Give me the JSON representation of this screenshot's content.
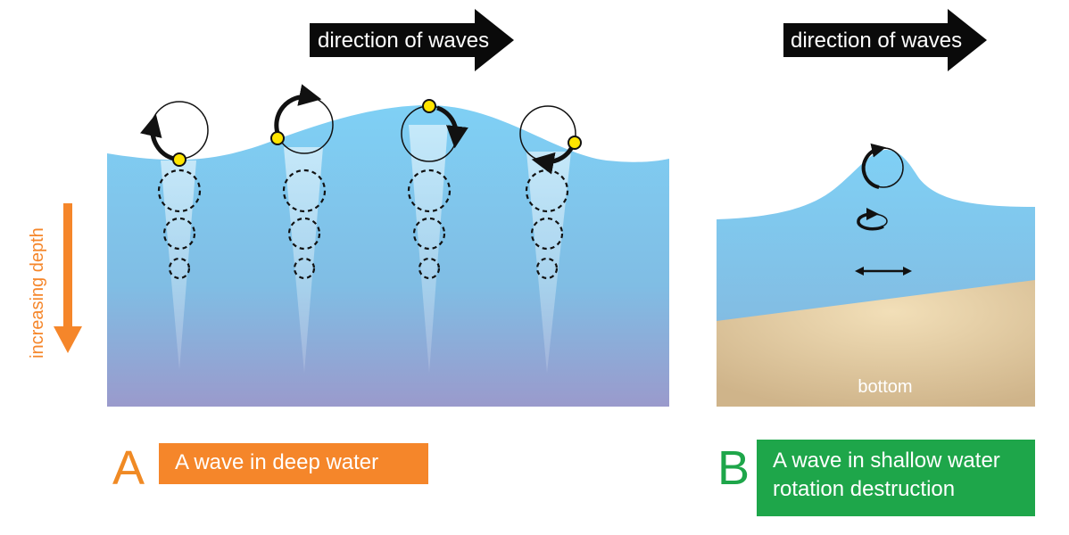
{
  "panel_a": {
    "direction_label": "direction of waves",
    "depth_label": "increasing depth",
    "letter": "A",
    "caption": "A wave in deep water"
  },
  "panel_b": {
    "direction_label": "direction of waves",
    "bottom_label": "bottom",
    "letter": "B",
    "caption_line1": "A wave in shallow water",
    "caption_line2": "rotation destruction"
  },
  "colors": {
    "water_top": "#7fd0f5",
    "water_bottom": "#9a9acc",
    "sand": "#d2b98e",
    "orange": "#f5862a",
    "green": "#1ea64a",
    "particle": "#ffe500"
  }
}
